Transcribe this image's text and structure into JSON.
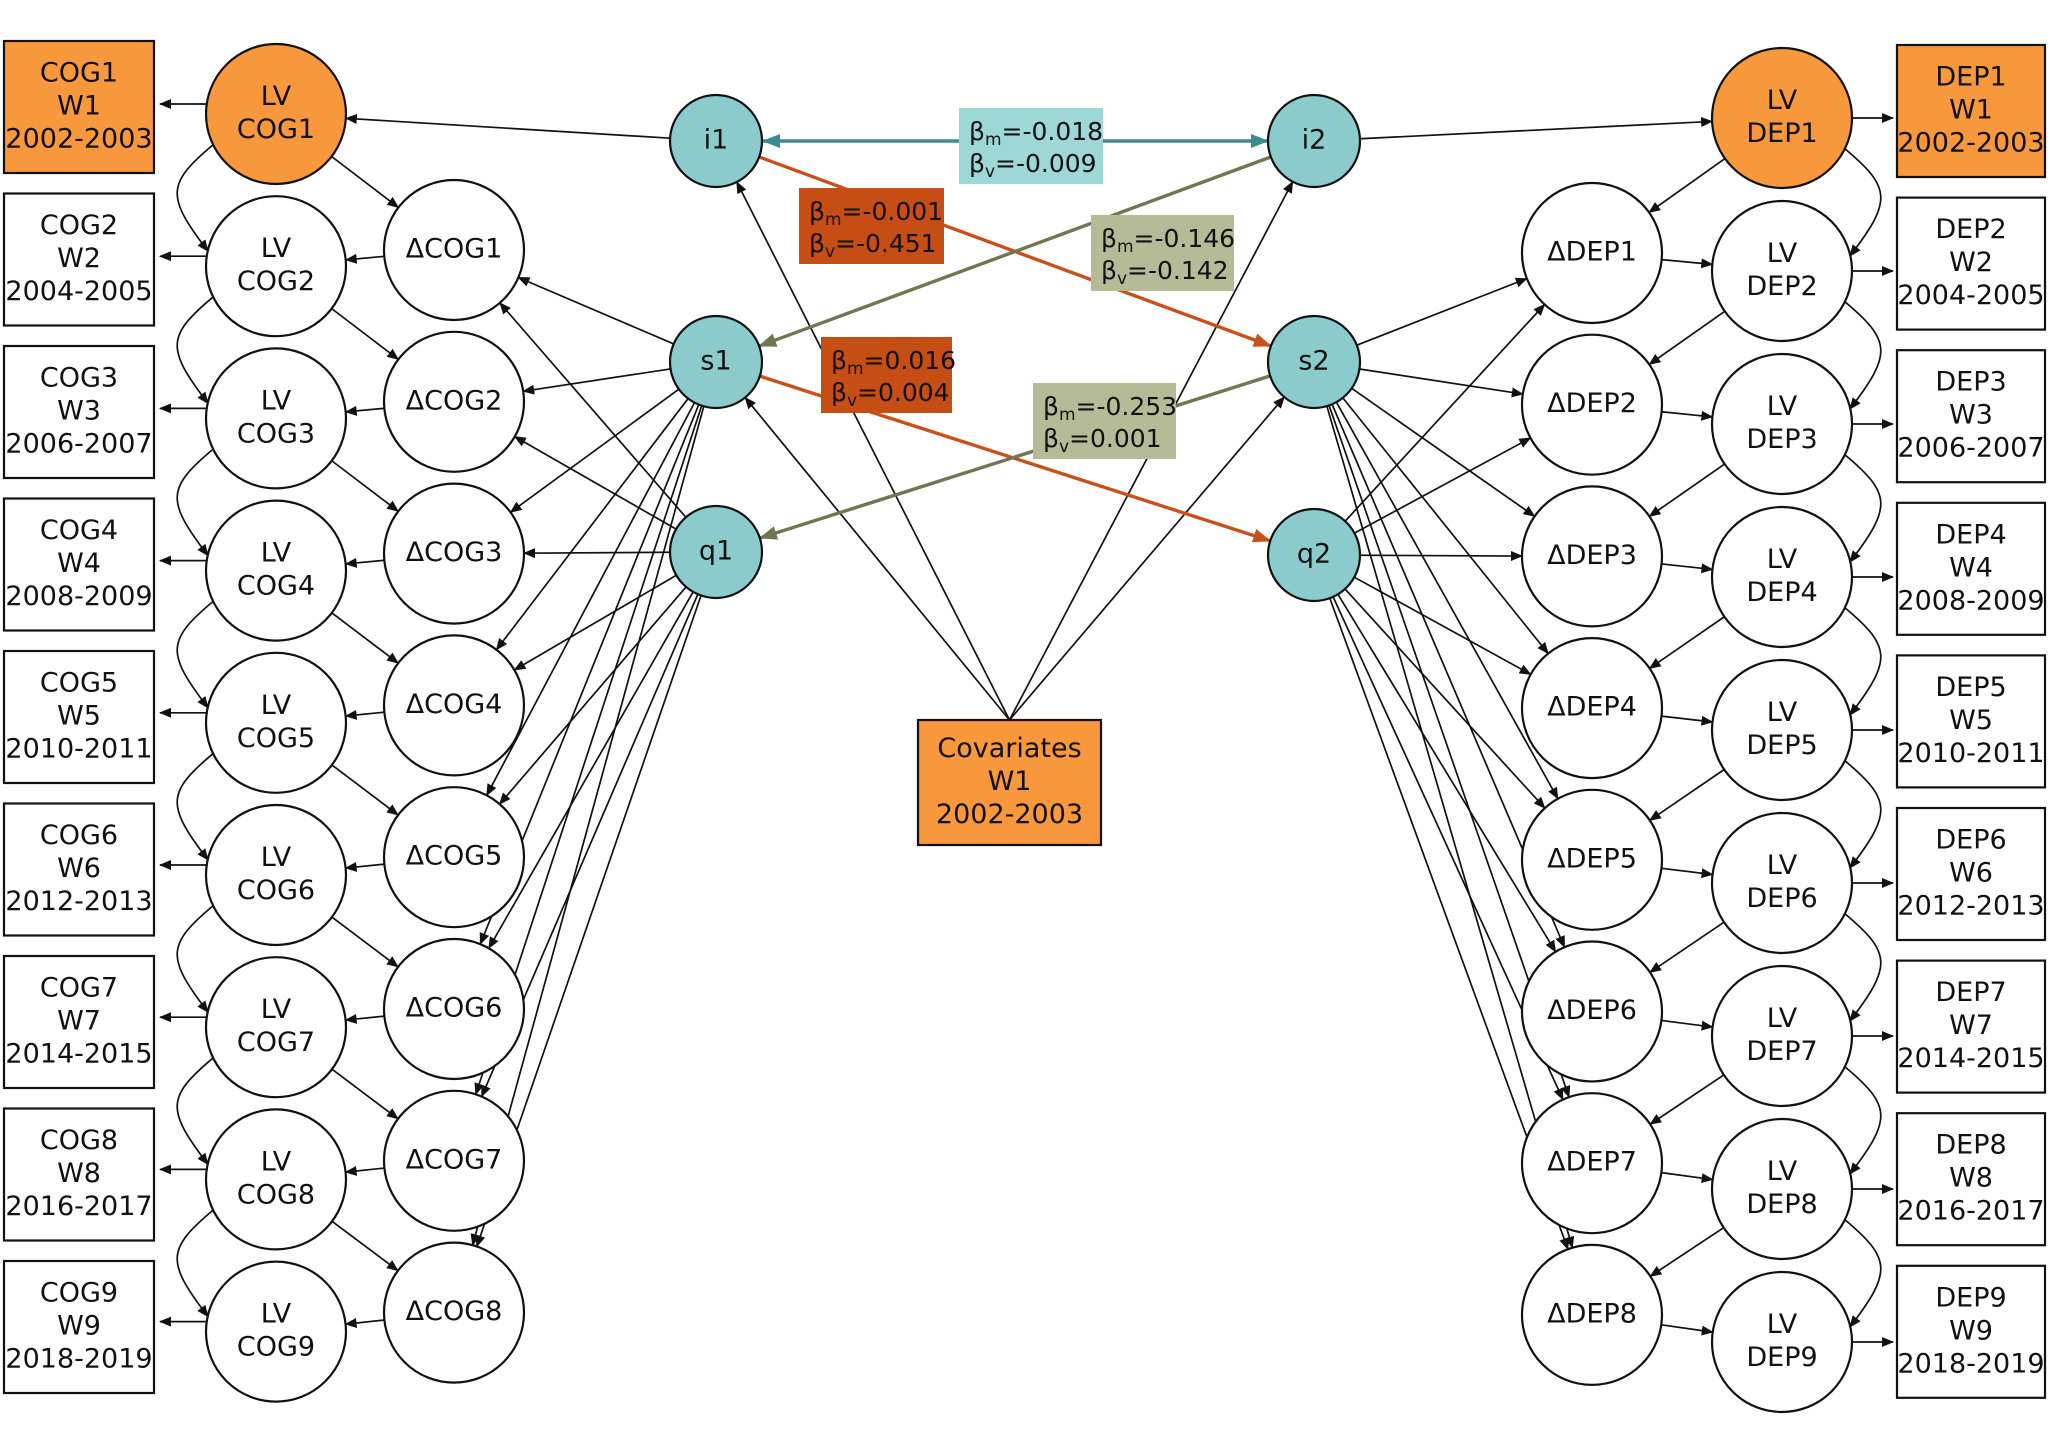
{
  "colors": {
    "orange_fill": "#f7983d",
    "teal_fill": "#8ccbcb",
    "teal_arrow": "#3d8a8f",
    "rust_arrow": "#c8501a",
    "rust_box": "#c64d14",
    "olive_arrow": "#717552",
    "olive_box": "#b5bb96",
    "teal_box": "#9dd8d7",
    "stroke": "#111111"
  },
  "cog": {
    "boxes": [
      {
        "name": "COG1",
        "wave": "W1",
        "years": "2002-2003"
      },
      {
        "name": "COG2",
        "wave": "W2",
        "years": "2004-2005"
      },
      {
        "name": "COG3",
        "wave": "W3",
        "years": "2006-2007"
      },
      {
        "name": "COG4",
        "wave": "W4",
        "years": "2008-2009"
      },
      {
        "name": "COG5",
        "wave": "W5",
        "years": "2010-2011"
      },
      {
        "name": "COG6",
        "wave": "W6",
        "years": "2012-2013"
      },
      {
        "name": "COG7",
        "wave": "W7",
        "years": "2014-2015"
      },
      {
        "name": "COG8",
        "wave": "W8",
        "years": "2016-2017"
      },
      {
        "name": "COG9",
        "wave": "W9",
        "years": "2018-2019"
      }
    ],
    "lv_prefix": "LV",
    "lv": [
      "COG1",
      "COG2",
      "COG3",
      "COG4",
      "COG5",
      "COG6",
      "COG7",
      "COG8",
      "COG9"
    ],
    "delta": [
      "ΔCOG1",
      "ΔCOG2",
      "ΔCOG3",
      "ΔCOG4",
      "ΔCOG5",
      "ΔCOG6",
      "ΔCOG7",
      "ΔCOG8"
    ]
  },
  "dep": {
    "boxes": [
      {
        "name": "DEP1",
        "wave": "W1",
        "years": "2002-2003"
      },
      {
        "name": "DEP2",
        "wave": "W2",
        "years": "2004-2005"
      },
      {
        "name": "DEP3",
        "wave": "W3",
        "years": "2006-2007"
      },
      {
        "name": "DEP4",
        "wave": "W4",
        "years": "2008-2009"
      },
      {
        "name": "DEP5",
        "wave": "W5",
        "years": "2010-2011"
      },
      {
        "name": "DEP6",
        "wave": "W6",
        "years": "2012-2013"
      },
      {
        "name": "DEP7",
        "wave": "W7",
        "years": "2014-2015"
      },
      {
        "name": "DEP8",
        "wave": "W8",
        "years": "2016-2017"
      },
      {
        "name": "DEP9",
        "wave": "W9",
        "years": "2018-2019"
      }
    ],
    "lv_prefix": "LV",
    "lv": [
      "DEP1",
      "DEP2",
      "DEP3",
      "DEP4",
      "DEP5",
      "DEP6",
      "DEP7",
      "DEP8",
      "DEP9"
    ],
    "delta": [
      "ΔDEP1",
      "ΔDEP2",
      "ΔDEP3",
      "ΔDEP4",
      "ΔDEP5",
      "ΔDEP6",
      "ΔDEP7",
      "ΔDEP8"
    ]
  },
  "growth": {
    "i1": "i1",
    "s1": "s1",
    "q1": "q1",
    "i2": "i2",
    "s2": "s2",
    "q2": "q2"
  },
  "covariates": {
    "line1": "Covariates",
    "line2": "W1",
    "line3": "2002-2003"
  },
  "coefficients": [
    {
      "id": "i1-i2",
      "color": "teal",
      "m": "-0.018",
      "v": "-0.009"
    },
    {
      "id": "i1-s2",
      "color": "rust",
      "m": "-0.001",
      "v": "-0.451"
    },
    {
      "id": "i2-s1",
      "color": "olive",
      "m": "-0.146",
      "v": "-0.142"
    },
    {
      "id": "s1-q2",
      "color": "rust",
      "m": "0.016",
      "v": "0.004"
    },
    {
      "id": "s2-q1",
      "color": "olive",
      "m": "-0.253",
      "v": "0.001"
    }
  ],
  "symbols": {
    "beta": "β",
    "sub_m": "m",
    "sub_v": "v",
    "eq": "="
  }
}
